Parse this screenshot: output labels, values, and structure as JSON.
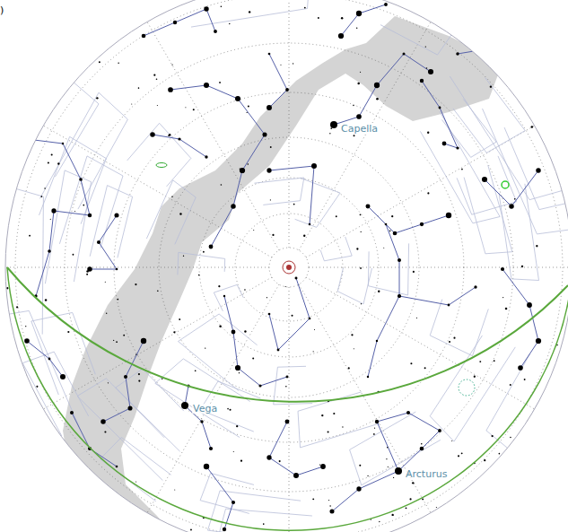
{
  "diagram": {
    "labels": [
      ")",
      "Capella",
      "Vega",
      "Arcturus"
    ]
  }
}
